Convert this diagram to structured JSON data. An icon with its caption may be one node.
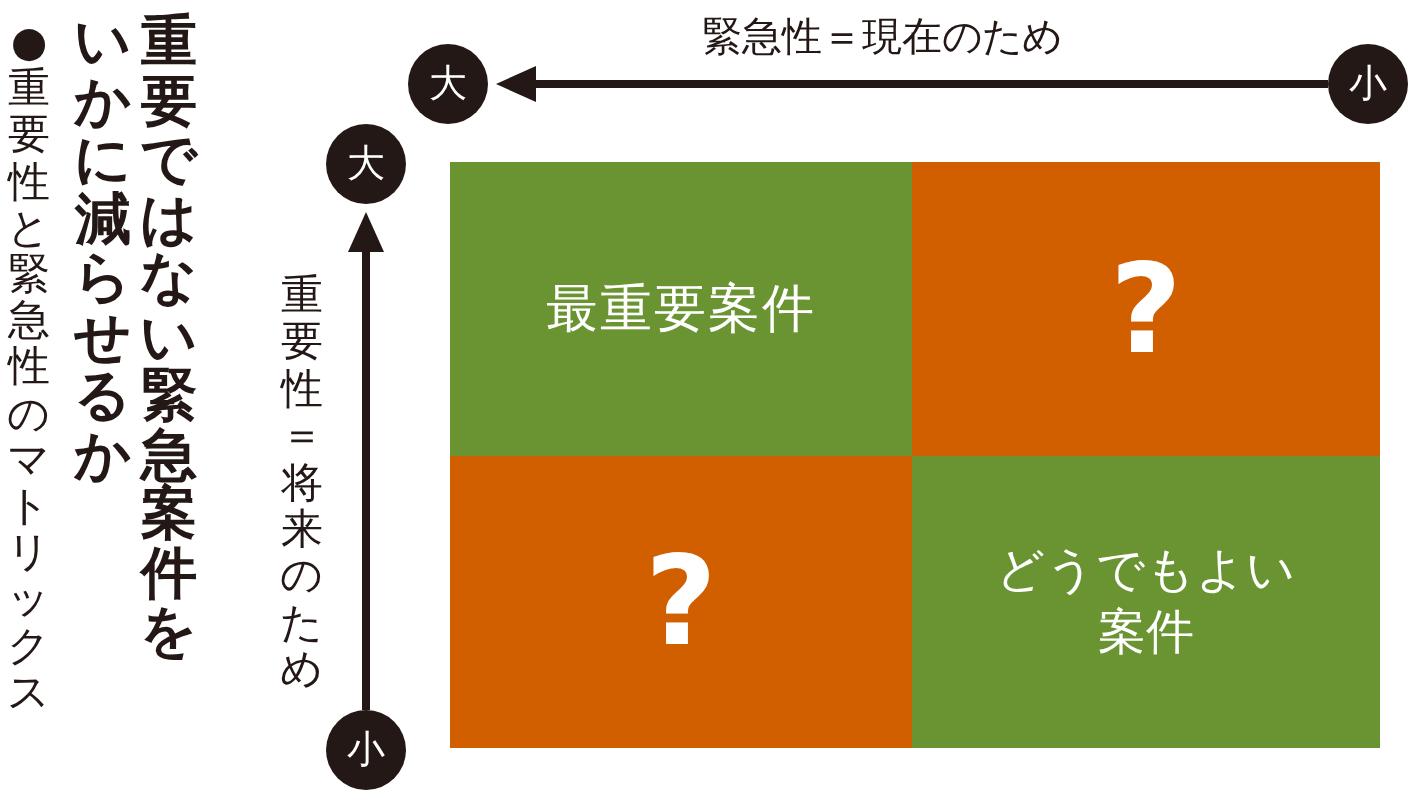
{
  "diagram": {
    "title": "重要ではない緊急案件をいかに減らせるか",
    "caption": "●重要性と緊急性のマトリックス",
    "nodes": [
      {
        "text": [
          "大"
        ]
      },
      {
        "text": [
          "小"
        ]
      },
      {
        "text": [
          "大"
        ]
      },
      {
        "text": [
          "最重要案件"
        ]
      },
      {
        "text": [
          "?"
        ]
      },
      {
        "text": [
          "?"
        ]
      },
      {
        "text": [
          "どうでもよい案件"
        ]
      },
      {
        "text": [
          "小"
        ]
      }
    ],
    "edges": [
      {
        "from": 1,
        "to": 0,
        "arrow": "to",
        "label": "緊急性＝現在のため"
      },
      {
        "from": 7,
        "to": 2,
        "arrow": "to",
        "label": "重要性＝将来のため"
      }
    ]
  }
}
